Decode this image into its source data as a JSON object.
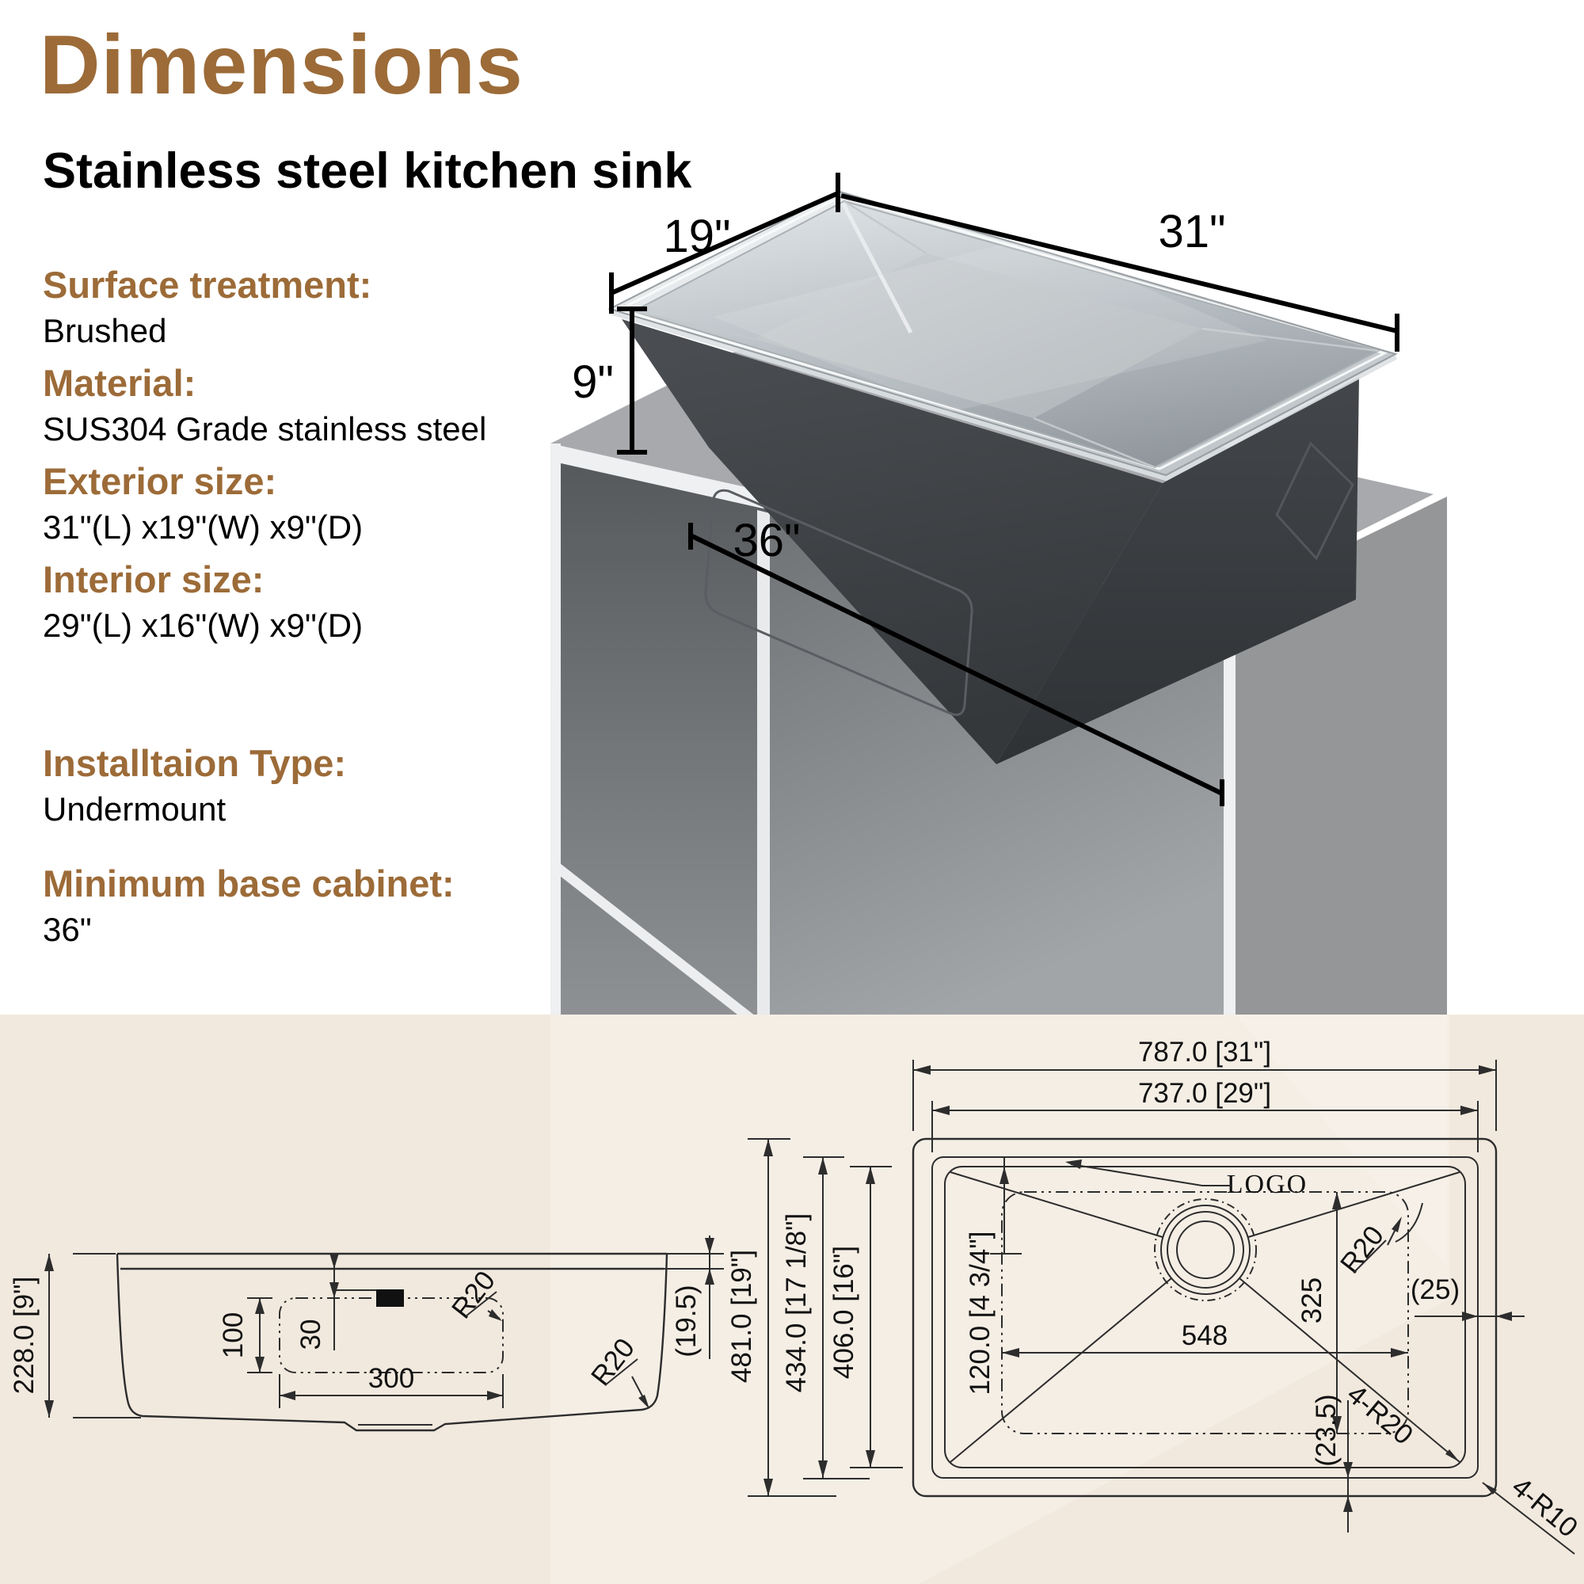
{
  "page": {
    "title": "Dimensions",
    "subtitle": "Stainless steel kitchen sink"
  },
  "specs": [
    {
      "label": "Surface treatment:",
      "value": "Brushed"
    },
    {
      "label": "Material:",
      "value": "SUS304 Grade stainless steel"
    },
    {
      "label": "Exterior size:",
      "value": "31\"(L) x19\"(W) x9\"(D)"
    },
    {
      "label": "Interior size:",
      "value": "29\"(L) x16\"(W) x9\"(D)"
    },
    {
      "label": "Installtaion Type:",
      "value": "Undermount"
    },
    {
      "label": "Minimum base cabinet:",
      "value": "36\""
    }
  ],
  "hero": {
    "width_label": "19\"",
    "length_label": "31\"",
    "depth_label": "9\"",
    "cabinet_label": "36\""
  },
  "side_view": {
    "overall_depth": "228.0 [9\"]",
    "pad_width": "300",
    "pad_height": "100",
    "pad_offset": "30",
    "corner_radius_top": "R20",
    "corner_radius_bottom": "R20",
    "rim_thickness": "(19.5)"
  },
  "top_view": {
    "outer_length": "787.0 [31\"]",
    "inner_length": "737.0 [29\"]",
    "outer_width": "481.0 [19\"]",
    "rim_width": "434.0 [17 1/8\"]",
    "bowl_width": "406.0 [16\"]",
    "drain_offset": "120.0 [4 3/4\"]",
    "drain_span_x": "548",
    "drain_span_y": "325",
    "rim_gap": "(25)",
    "bottom_gap": "(23.5)",
    "pad_radius": "R20",
    "bowl_corner_radius": "4-R20",
    "outer_corner_radius": "4-R10",
    "logo_label": "LOGO"
  },
  "colors": {
    "accent_brown": "#9c6b38",
    "drawing_background": "#f2e9de",
    "cad_line": "#2d2d2d"
  }
}
